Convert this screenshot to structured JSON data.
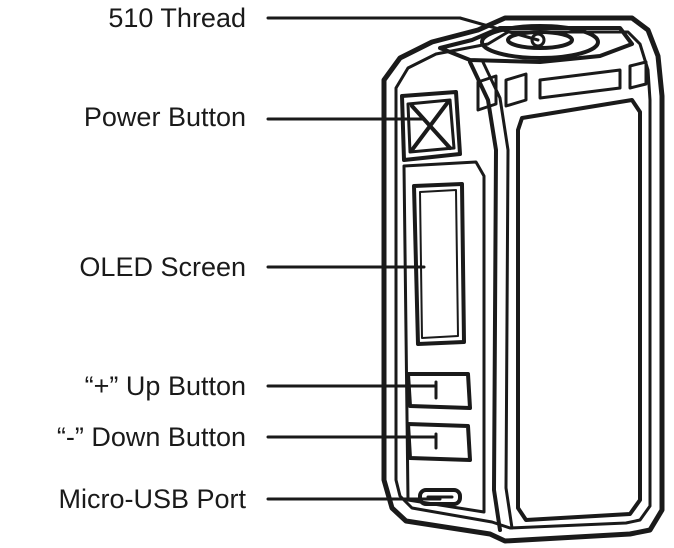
{
  "diagram": {
    "labels": {
      "thread": "510 Thread",
      "power": "Power Button",
      "oled": "OLED Screen",
      "up": "“+” Up Button",
      "down": "“-” Down Button",
      "usb": "Micro-USB Port"
    },
    "colors": {
      "stroke": "#1a1a1a",
      "fill": "#ffffff"
    }
  }
}
